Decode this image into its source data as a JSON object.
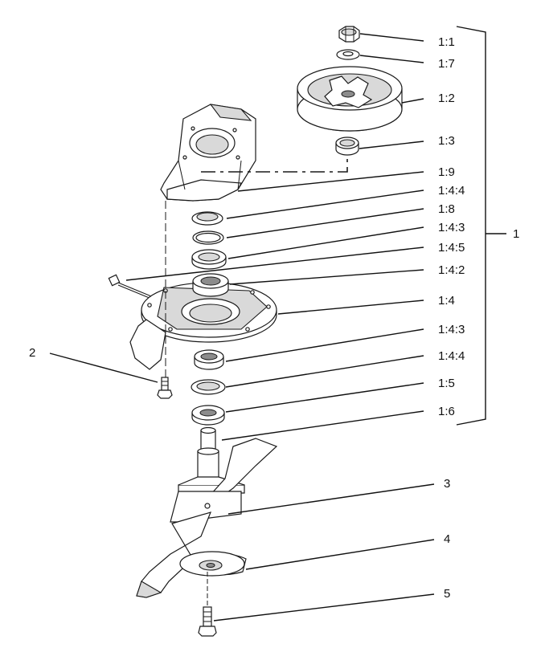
{
  "callouts": {
    "c_1_1": "1:1",
    "c_1_7": "1:7",
    "c_1_2": "1:2",
    "c_1_3": "1:3",
    "c_1_9": "1:9",
    "c_1_4_4_top": "1:4:4",
    "c_1_8": "1:8",
    "c_1_4_3_top": "1:4:3",
    "c_1_4_5": "1:4:5",
    "c_1_4_2": "1:4:2",
    "c_1_4": "1:4",
    "c_1_4_3_bottom": "1:4:3",
    "c_1_4_4_bottom": "1:4:4",
    "c_1_5": "1:5",
    "c_1_6": "1:6",
    "c_assembly": "1",
    "c_2": "2",
    "c_3": "3",
    "c_4": "4",
    "c_5": "5"
  }
}
